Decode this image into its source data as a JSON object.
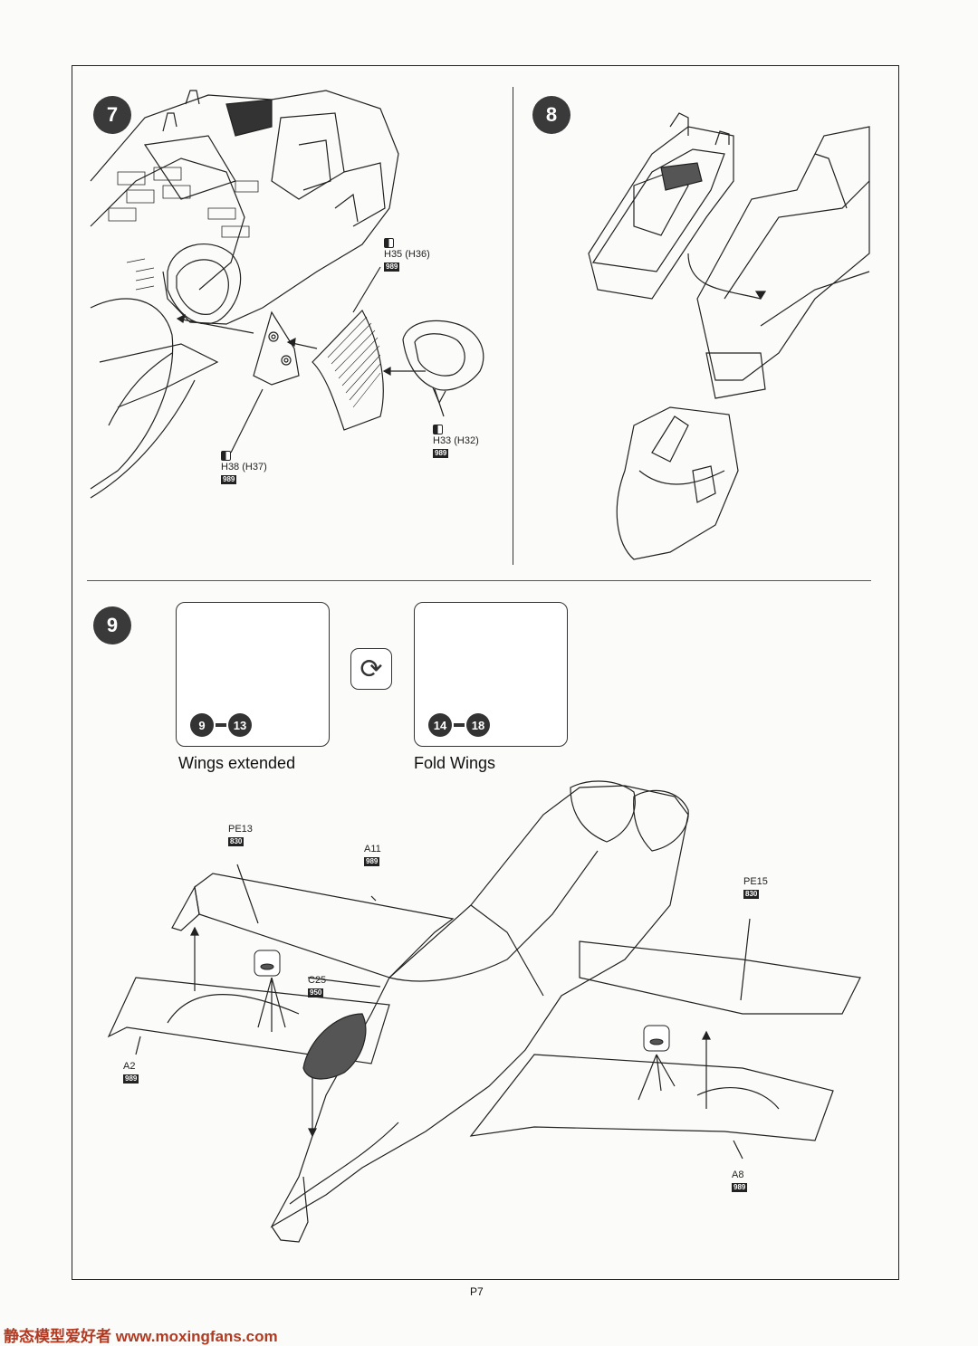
{
  "page": {
    "number": "P7",
    "watermark": "静态模型爱好者 www.moxingfans.com"
  },
  "steps": [
    {
      "number": "7"
    },
    {
      "number": "8"
    },
    {
      "number": "9"
    }
  ],
  "step7_parts": [
    {
      "label": "H35 (H36)",
      "code": "989"
    },
    {
      "label": "H33 (H32)",
      "code": "989"
    },
    {
      "label": "H38 (H37)",
      "code": "989"
    }
  ],
  "step9": {
    "options": [
      {
        "caption": "Wings extended",
        "range_from": "9",
        "range_to": "13"
      },
      {
        "caption": "Fold Wings",
        "range_from": "14",
        "range_to": "18"
      }
    ],
    "swap_icon": "rotate-swap-icon",
    "parts": [
      {
        "label": "PE13",
        "code": "830"
      },
      {
        "label": "A11",
        "code": "989"
      },
      {
        "label": "PE15",
        "code": "830"
      },
      {
        "label": "C25",
        "code": "950"
      },
      {
        "label": "A2",
        "code": "989"
      },
      {
        "label": "A8",
        "code": "989"
      }
    ],
    "drill_icon": "drill-hole-icon"
  },
  "colors": {
    "ink": "#222222",
    "paper": "#fbfbf9",
    "badge": "#3a3a3a",
    "watermark": "#b03a22"
  }
}
